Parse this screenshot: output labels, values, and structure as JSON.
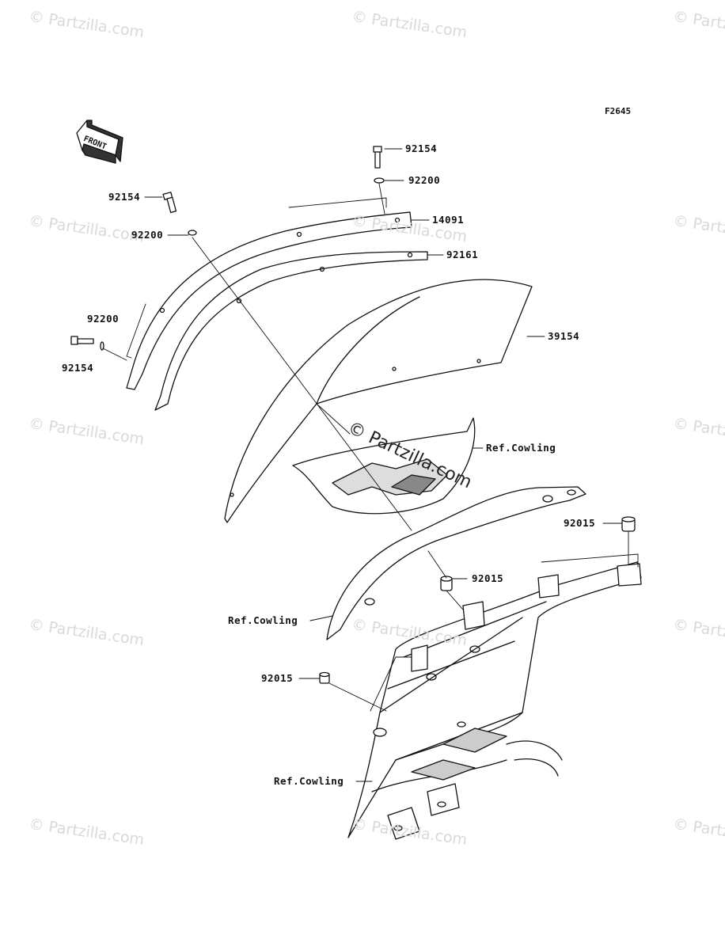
{
  "figure_code": "F2645",
  "front_label": "FRONT",
  "watermark": "© Partzilla.com",
  "center_watermark": "© Partzilla.com",
  "labels": {
    "p92154_top": "92154",
    "p92200_top": "92200",
    "p14091": "14091",
    "p92161": "92161",
    "p39154": "39154",
    "p92154_left": "92154",
    "p92200_left": "92200",
    "p92200_side": "92200",
    "p92154_side": "92154",
    "ref_cowling_1": "Ref.Cowling",
    "p92015_right": "92015",
    "p92015_mid": "92015",
    "ref_cowling_2": "Ref.Cowling",
    "p92015_left": "92015",
    "ref_cowling_3": "Ref.Cowling"
  }
}
